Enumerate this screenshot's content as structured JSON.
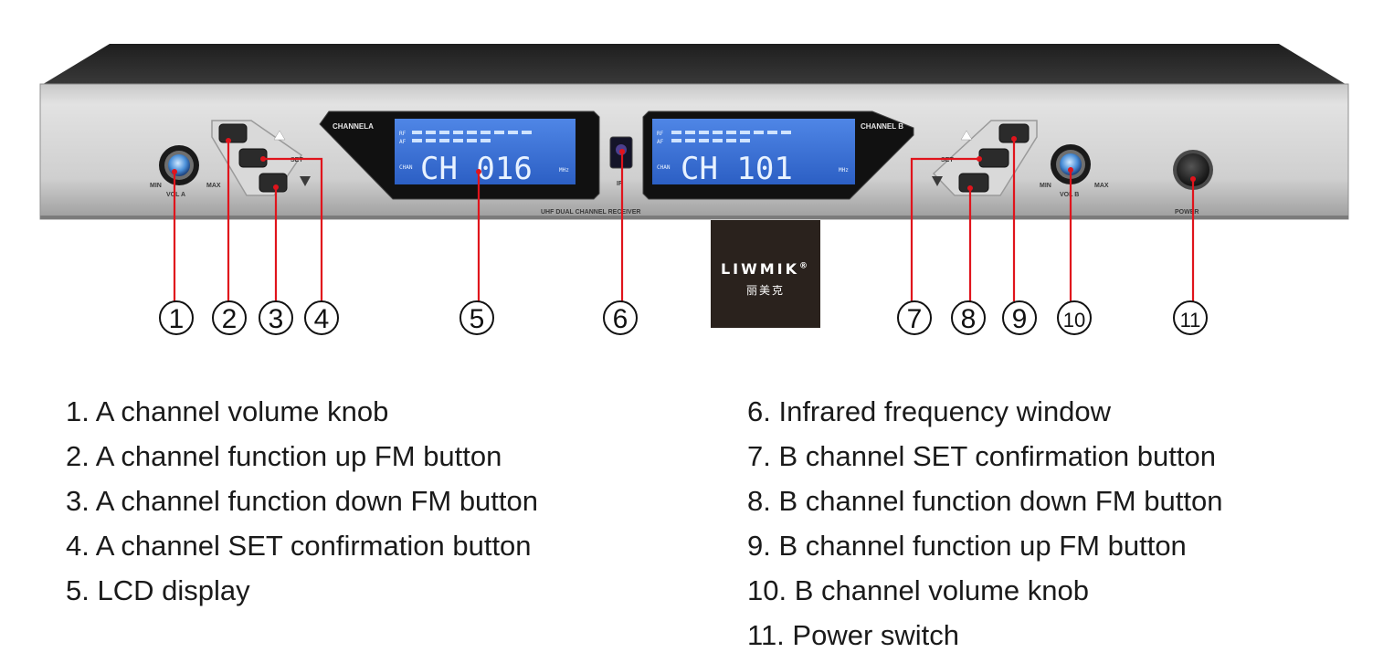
{
  "panel": {
    "channel_a_label": "CHANNELA",
    "channel_b_label": "CHANNEL B",
    "model_label": "UHF DUAL CHANNEL RECEIVER",
    "vol_a_label": "VOL A",
    "vol_b_label": "VOL B",
    "min_label": "MIN",
    "max_label": "MAX",
    "set_label": "SET",
    "power_label": "POWER",
    "lcd_a": {
      "rf_label": "RF",
      "af_label": "AF",
      "chan_label": "CHAN",
      "channel_text": "CH  016",
      "unit_text": "MHz"
    },
    "lcd_b": {
      "rf_label": "RF",
      "af_label": "AF",
      "chan_label": "CHAN",
      "channel_text": "CH  101",
      "unit_text": "MHz"
    },
    "ir_label": "IR"
  },
  "logo": {
    "wordmark": "LIWMIK",
    "registered": "®",
    "chinese": "丽美克"
  },
  "callouts": [
    "1",
    "2",
    "3",
    "4",
    "5",
    "6",
    "7",
    "8",
    "9",
    "10",
    "11"
  ],
  "legend": {
    "left": [
      "1. A channel volume knob",
      "2. A channel function up FM button",
      "3. A channel function down FM button",
      "4. A channel SET confirmation button",
      "5. LCD display"
    ],
    "right": [
      "6. Infrared frequency window",
      "7. B channel SET confirmation button",
      "8. B channel function down FM button",
      "9. B channel function up FM button",
      "10. B channel volume knob",
      "11. Power switch"
    ]
  }
}
